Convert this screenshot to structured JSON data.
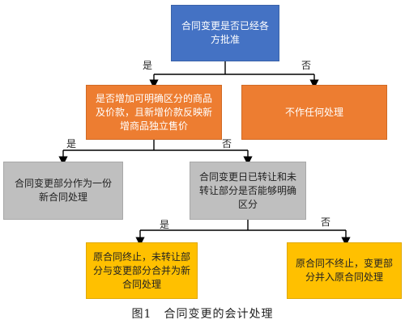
{
  "nodes": {
    "root": "合同变更是否已经各方批准",
    "q2": "是否增加可明确区分的商品及价款，且新增价款反映新增商品独立售价",
    "no_action": "不作任何处理",
    "new_contract": "合同变更部分作为一份新合同处理",
    "q3": "合同变更日已转让和未转让部分是否能够明确区分",
    "terminate": "原合同终止，未转让部分与变更部分合并为新合同处理",
    "merge": "原合同不终止，变更部分并入原合同处理"
  },
  "edges": {
    "root_yes": "是",
    "root_no": "否",
    "q2_yes": "是",
    "q2_no": "否",
    "q3_yes": "是",
    "q3_no": "否"
  },
  "caption": "图1　合同变更的会计处理",
  "colors": {
    "question_root": "#4472c4",
    "question": "#ed7d31",
    "result_gray": "#bfbfbf",
    "result_yellow": "#ffc000",
    "line": "#000000"
  }
}
